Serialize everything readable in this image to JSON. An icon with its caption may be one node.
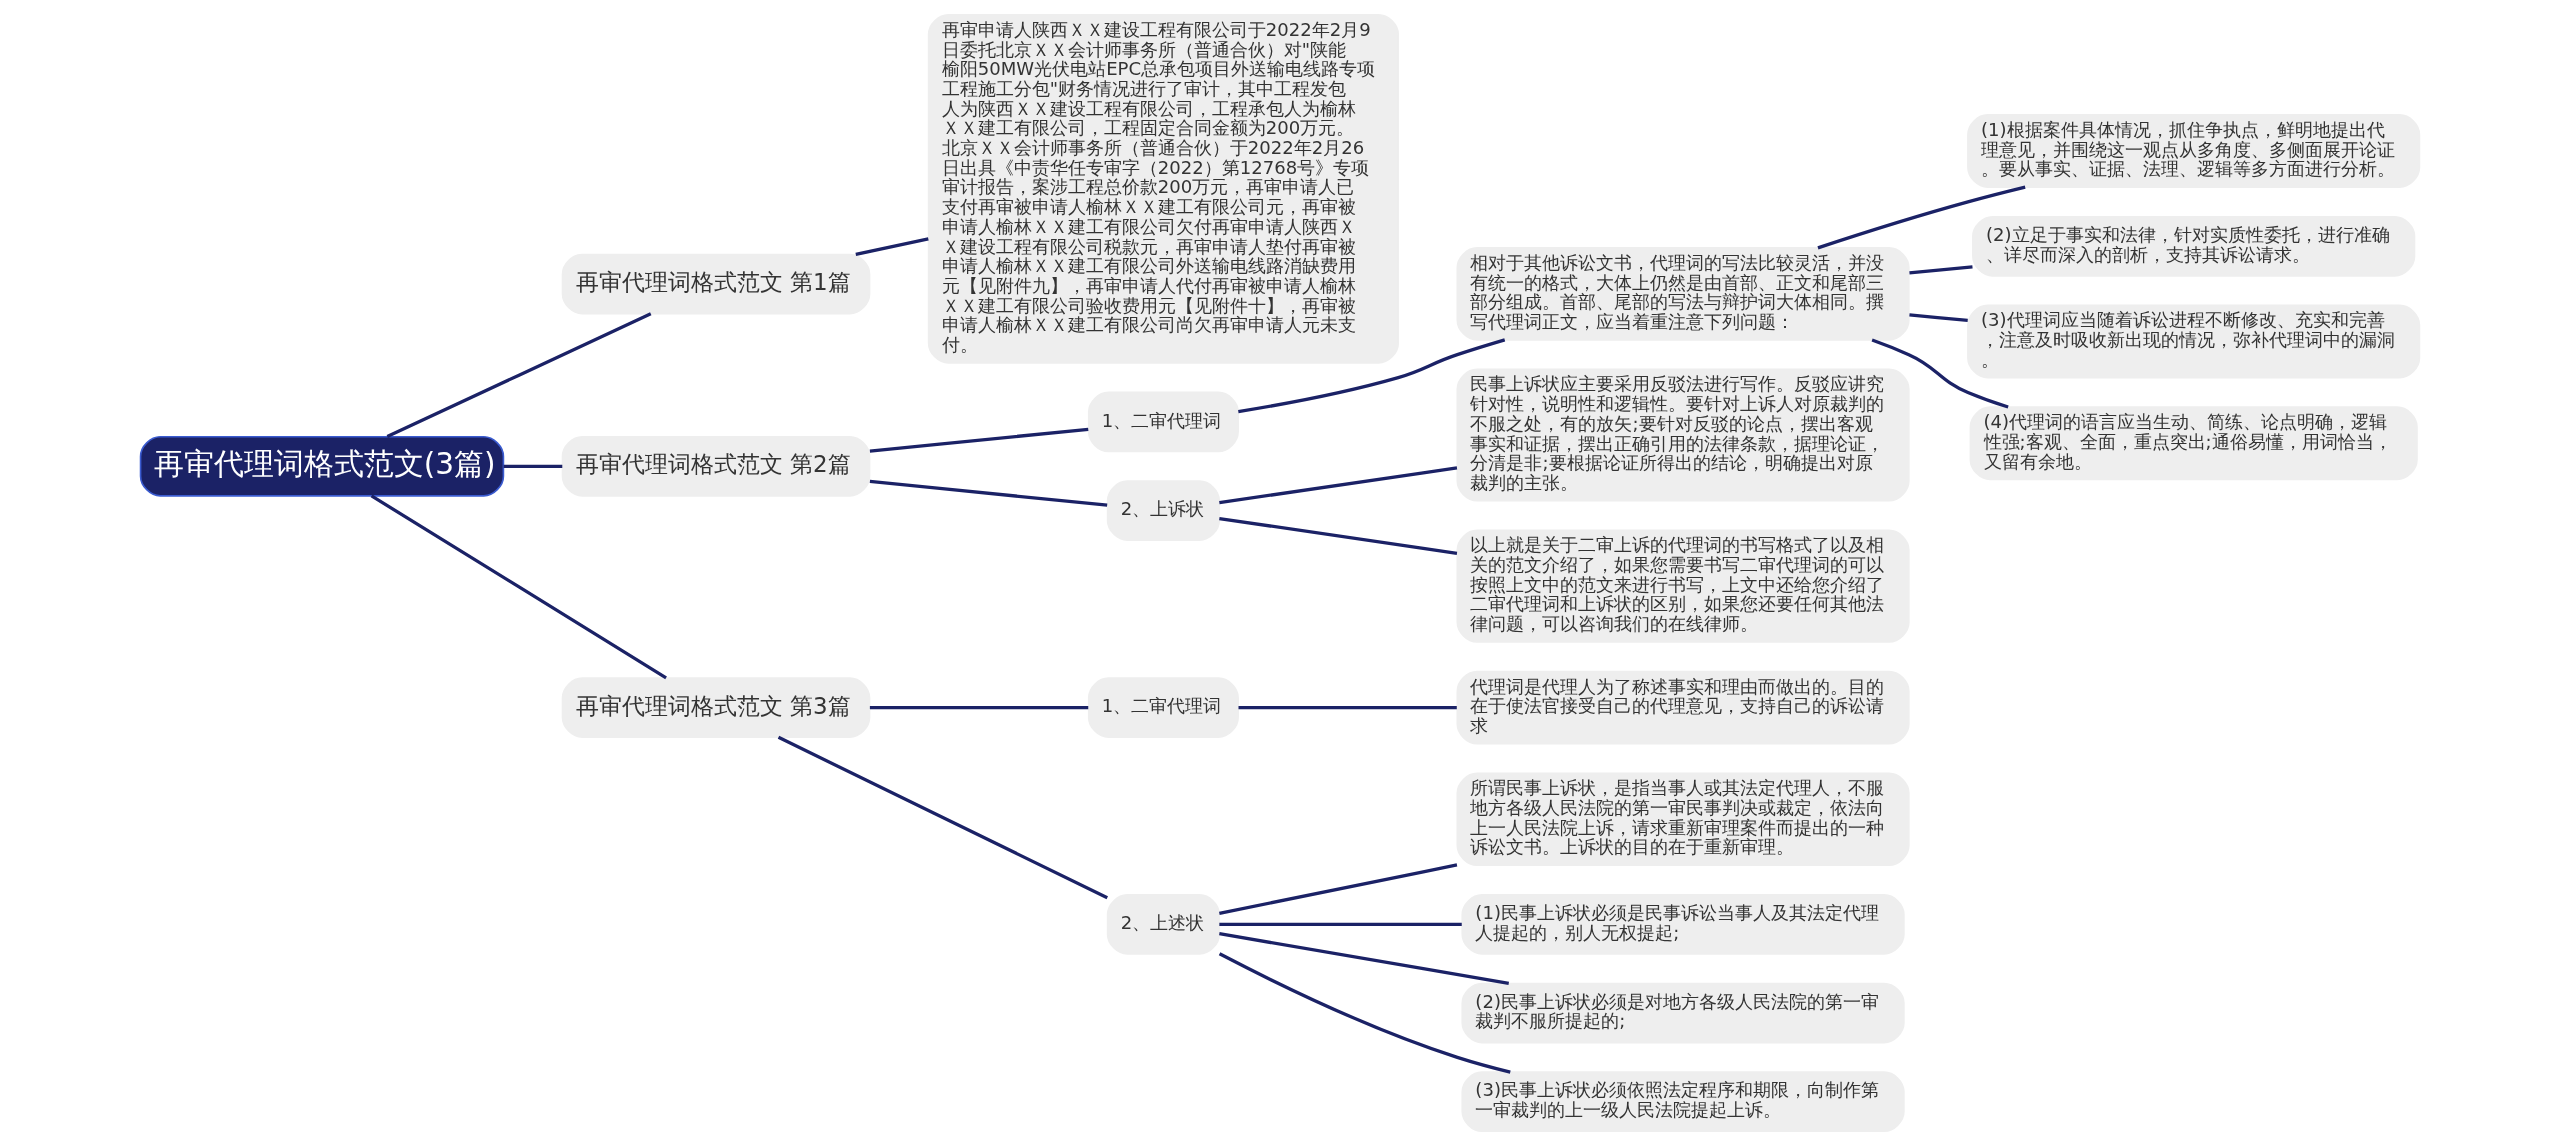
{
  "diagram": {
    "nodes": [
      {
        "text": [
          "再审代理词格式范文(3篇)"
        ]
      },
      {
        "text": [
          "再审代理词格式范文 第1篇"
        ]
      },
      {
        "text": [
          "再审申请人陕西ＸＸ建设工程有限公司于2022年2月9日委托北京ＸＸ会计师事务所（普通合伙）对\"陕能榆阳50MW光伏电站EPC总承包项目外送输电线路专项工程施工分包\"财务情况进行了审计，其中工程发包人为陕西ＸＸ建设工程有限公司，工程承包人为榆林ＸＸ建工有限公司，工程固定合同金额为200万元。北京ＸＸ会计师事务所（普通合伙）于2022年2月26日出具《中责华任专审字（2022）第12768号》专项审计报告，案涉工程总价款200万元，再审申请人已支付再审被申请人榆林ＸＸ建工有限公司元，再审被申请人榆林ＸＸ建工有限公司欠付再审申请人陕西ＸＸ建设工程有限公司税款元，再审申请人垫付再审被申请人榆林ＸＸ建工有限公司外送输电线路消缺费用元【见附件九】，再审申请人代付再审被申请人榆林ＸＸ建工有限公司验收费用元【见附件十】，再审被申请人榆林ＸＸ建工有限公司尚欠再审申请人元未支付。"
        ]
      },
      {
        "text": [
          "再审代理词格式范文 第2篇"
        ]
      },
      {
        "text": [
          "1、二审代理词"
        ]
      },
      {
        "text": [
          "相对于其他诉讼文书，代理词的写法比较灵活，并没有统一的格式，大体上仍然是由首部、正文和尾部三部分组成。首部、尾部的写法与辩护词大体相同。撰写代理词正文，应当着重注意下列问题："
        ]
      },
      {
        "text": [
          "(1)根据案件具体情况，抓住争执点，鲜明地提出代理意见，并围绕这一观点从多角度、多侧面展开论证。要从事实、证据、法理、逻辑等多方面进行分析。"
        ]
      },
      {
        "text": [
          "(2)立足于事实和法律，针对实质性委托，进行准确、详尽而深入的剖析，支持其诉讼请求。"
        ]
      },
      {
        "text": [
          "(3)代理词应当随着诉讼进程不断修改、充实和完善，注意及时吸收新出现的情况，弥补代理词中的漏洞。"
        ]
      },
      {
        "text": [
          "(4)代理词的语言应当生动、简练、论点明确，逻辑性强;客观、全面，重点突出;通俗易懂，用词恰当，又留有余地。"
        ]
      },
      {
        "text": [
          "2、上诉状"
        ]
      },
      {
        "text": [
          "民事上诉状应主要采用反驳法进行写作。反驳应讲究针对性，说明性和逻辑性。要针对上诉人对原裁判的不服之处，有的放矢;要针对反驳的论点，摆出客观事实和证据，摆出正确引用的法律条款，据理论证，分清是非;要根据论证所得出的结论，明确提出对原裁判的主张。"
        ]
      },
      {
        "text": [
          "以上就是关于二审上诉的代理词的书写格式了以及相关的范文介绍了，如果您需要书写二审代理词的可以按照上文中的范文来进行书写，上文中还给您介绍了二审代理词和上诉状的区别，如果您还要任何其他法律问题，可以咨询我们的在线律师。"
        ]
      },
      {
        "text": [
          "再审代理词格式范文 第3篇"
        ]
      },
      {
        "text": [
          "1、二审代理词"
        ]
      },
      {
        "text": [
          "代理词是代理人为了称述事实和理由而做出的。目的在于使法官接受自己的代理意见，支持自己的诉讼请求"
        ]
      },
      {
        "text": [
          "2、上述状"
        ]
      },
      {
        "text": [
          "所谓民事上诉状，是指当事人或其法定代理人，不服地方各级人民法院的第一审民事判决或裁定，依法向上一人民法院上诉，请求重新审理案件而提出的一种诉讼文书。上诉状的目的在于重新审理。"
        ]
      },
      {
        "text": [
          "(1)民事上诉状必须是民事诉讼当事人及其法定代理人提起的，别人无权提起;"
        ]
      },
      {
        "text": [
          "(2)民事上诉状必须是对地方各级人民法院的第一审裁判不服所提起的;"
        ]
      },
      {
        "text": [
          "(3)民事上诉状必须依照法定程序和期限，向制作第一审裁判的上一级人民法院提起上诉。"
        ]
      }
    ],
    "edges": [
      {
        "from": 0,
        "to": 1,
        "arrow": "none"
      },
      {
        "from": 1,
        "to": 2,
        "arrow": "none"
      },
      {
        "from": 0,
        "to": 3,
        "arrow": "none"
      },
      {
        "from": 3,
        "to": 4,
        "arrow": "none"
      },
      {
        "from": 4,
        "to": 5,
        "arrow": "none"
      },
      {
        "from": 5,
        "to": 6,
        "arrow": "none"
      },
      {
        "from": 5,
        "to": 7,
        "arrow": "none"
      },
      {
        "from": 5,
        "to": 8,
        "arrow": "none"
      },
      {
        "from": 5,
        "to": 9,
        "arrow": "none"
      },
      {
        "from": 3,
        "to": 10,
        "arrow": "none"
      },
      {
        "from": 10,
        "to": 11,
        "arrow": "none"
      },
      {
        "from": 10,
        "to": 12,
        "arrow": "none"
      },
      {
        "from": 0,
        "to": 13,
        "arrow": "none"
      },
      {
        "from": 13,
        "to": 14,
        "arrow": "none"
      },
      {
        "from": 14,
        "to": 15,
        "arrow": "none"
      },
      {
        "from": 13,
        "to": 16,
        "arrow": "none"
      },
      {
        "from": 16,
        "to": 17,
        "arrow": "none"
      },
      {
        "from": 16,
        "to": 18,
        "arrow": "none"
      },
      {
        "from": 16,
        "to": 19,
        "arrow": "none"
      },
      {
        "from": 16,
        "to": 20,
        "arrow": "none"
      }
    ]
  }
}
